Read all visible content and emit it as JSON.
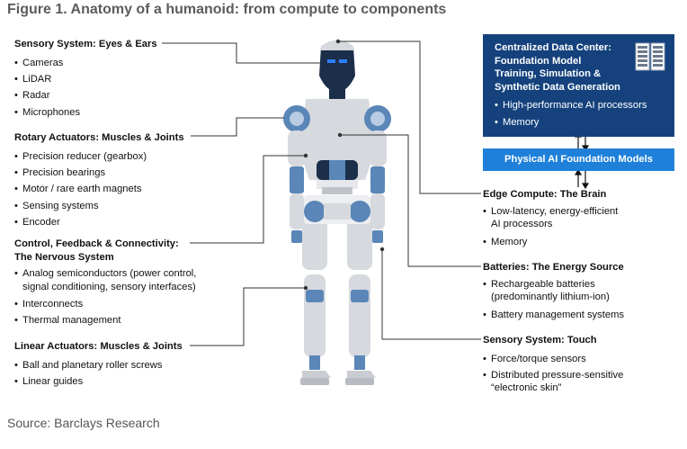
{
  "title": "Figure 1. Anatomy of a humanoid: from compute to components",
  "source": "Source: Barclays Research",
  "left_blocks": [
    {
      "heading": "Sensory System: Eyes & Ears",
      "items": [
        "Cameras",
        "LiDAR",
        "Radar",
        "Microphones"
      ]
    },
    {
      "heading": "Rotary Actuators: Muscles & Joints",
      "items": [
        "Precision reducer (gearbox)",
        "Precision bearings",
        "Motor / rare earth magnets",
        "Sensing systems",
        "Encoder"
      ]
    },
    {
      "heading": "Control, Feedback & Connectivity:",
      "heading2": "The Nervous System",
      "items": [
        "Analog semiconductors (power control,",
        "signal conditioning, sensory interfaces)",
        "Interconnects",
        "Thermal management"
      ]
    },
    {
      "heading": "Linear Actuators: Muscles & Joints",
      "items": [
        "Ball and planetary roller screws",
        "Linear guides"
      ]
    }
  ],
  "data_center": {
    "heading": [
      "Centralized Data Center:",
      "Foundation Model",
      "Training, Simulation &",
      "Synthetic Data Generation"
    ],
    "items": [
      "High-performance AI processors",
      "Memory"
    ]
  },
  "foundation_models": "Physical AI Foundation Models",
  "right_blocks": [
    {
      "heading": "Edge Compute: The Brain",
      "items": [
        "Low-latency, energy-efficient",
        "AI processors",
        "Memory"
      ]
    },
    {
      "heading": "Batteries: The Energy Source",
      "items": [
        "Rechargeable batteries",
        "(predominantly lithium-ion)",
        "Battery management systems"
      ]
    },
    {
      "heading": "Sensory System: Touch",
      "items": [
        "Force/torque sensors",
        "Distributed pressure-sensitive",
        "“electronic skin”"
      ]
    }
  ],
  "colors": {
    "robot_body": "#d6d9de",
    "joint_blue": "#5a86b8",
    "dark_navy": "#1b2e4a",
    "eye_blue": "#2f7fff",
    "dc_bg": "#15427d",
    "pafm_bg": "#1e80d8"
  }
}
